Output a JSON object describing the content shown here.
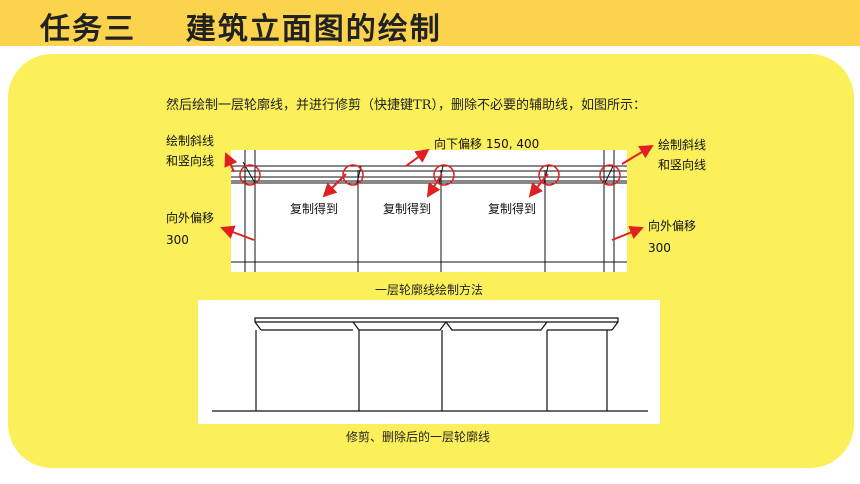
{
  "header": {
    "title": "任务三    建筑立面图的绘制"
  },
  "content": {
    "intro": "然后绘制一层轮廓线，并进行修剪（快捷键TR），删除不必要的辅助线，如图所示：",
    "figure1": {
      "left_note_1_line1": "绘制斜线",
      "left_note_1_line2": "和竖向线",
      "right_note_1_line1": "绘制斜线",
      "right_note_1_line2": "和竖向线",
      "offset_down": "向下偏移 150, 400",
      "left_offset_line1": "向外偏移",
      "left_offset_line2": "300",
      "right_offset_line1": "向外偏移",
      "right_offset_line2": "300",
      "copy_1": "复制得到",
      "copy_2": "复制得到",
      "copy_3": "复制得到",
      "caption": "一层轮廓线绘制方法"
    },
    "figure2": {
      "caption": "修剪、删除后的一层轮廓线"
    },
    "colors": {
      "title_bar": "#fcd34d",
      "panel": "#fbef5a",
      "arrow": "#e02020"
    }
  }
}
